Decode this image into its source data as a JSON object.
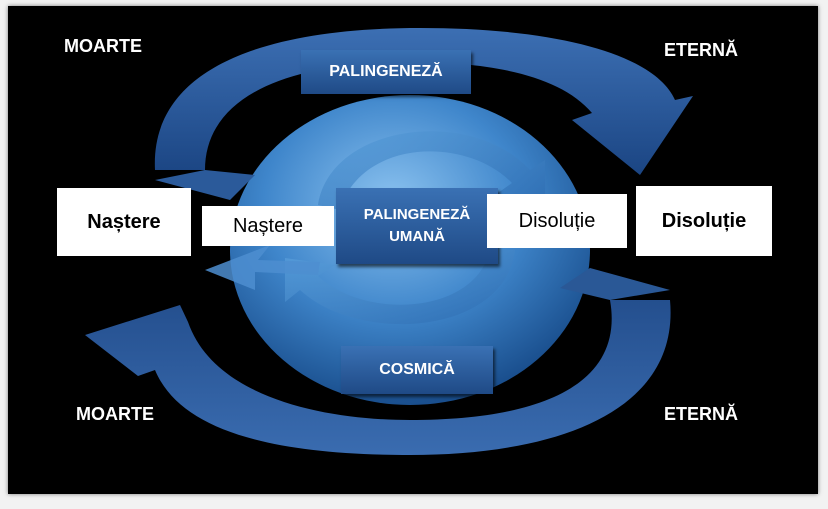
{
  "corners": {
    "top_left": "MOARTE",
    "top_right": "ETERNĂ",
    "bottom_left": "MOARTE",
    "bottom_right": "ETERNĂ"
  },
  "banners": {
    "top": "PALINGENEZĂ",
    "center_line1": "PALINGENEZĂ",
    "center_line2": "UMANĂ",
    "bottom": "COSMICĂ"
  },
  "boxes": {
    "outer_left": "Naștere",
    "inner_left": "Naștere",
    "inner_right": "Disoluție",
    "outer_right": "Disoluție"
  },
  "colors": {
    "background": "#000000",
    "arrow": "#2c5fa3",
    "sphere": "#4a8fd0",
    "banner": "#2a5c9e"
  }
}
